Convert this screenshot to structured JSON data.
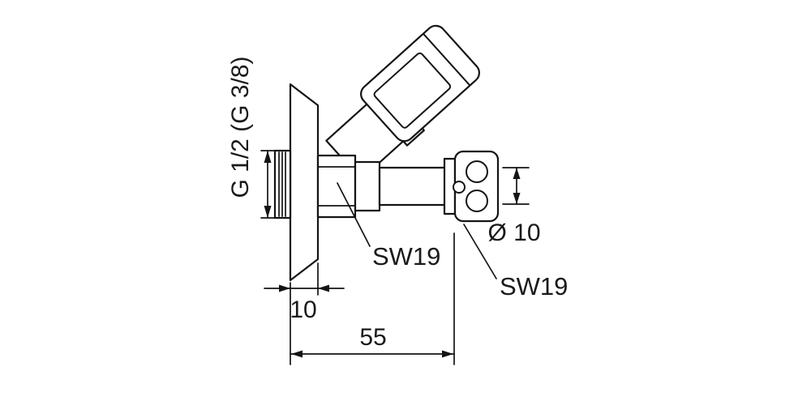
{
  "page": {
    "background": "#ffffff",
    "line_color": "#141414"
  },
  "drawing": {
    "type": "technical-dimension-drawing",
    "subject": "angle-valve-side-view",
    "labels": {
      "thread_size": "G 1/2 (G 3/8)",
      "body_wrench_size": "SW19",
      "nut_wrench_size": "SW19",
      "outlet_diameter": "Ø 10",
      "flange_thickness": "10",
      "projection_length": "55"
    }
  }
}
